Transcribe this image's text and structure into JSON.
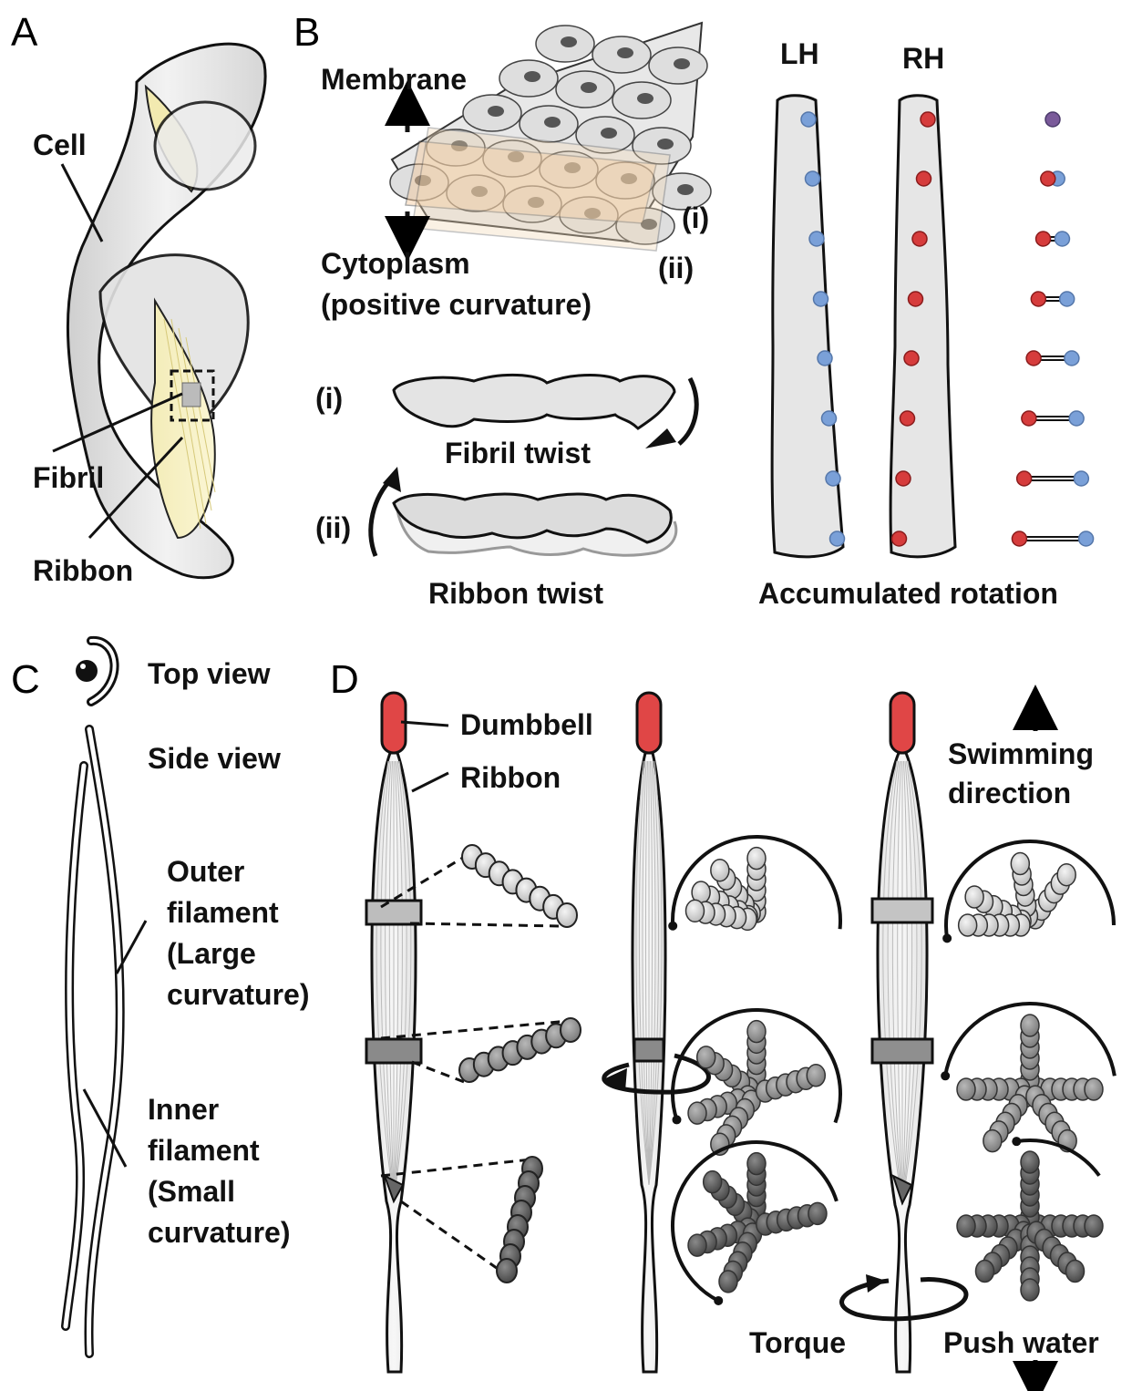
{
  "panels": {
    "a": "A",
    "b": "B",
    "c": "C",
    "d": "D"
  },
  "panel_a": {
    "cell": "Cell",
    "fibril": "Fibril",
    "ribbon": "Ribbon"
  },
  "panel_b": {
    "membrane": "Membrane",
    "cytoplasm": "Cytoplasm",
    "positive_curvature": "(positive curvature)",
    "plane_i": "(i)",
    "plane_ii": "(ii)",
    "row_i": "(i)",
    "row_ii": "(ii)",
    "fibril_twist": "Fibril twist",
    "ribbon_twist": "Ribbon twist",
    "lh": "LH",
    "rh": "RH",
    "accumulated_rotation": "Accumulated rotation",
    "colors": {
      "lh_marker": "#7aa0d8",
      "rh_marker": "#d63c3c",
      "overlap_marker": "#7a5a9a"
    }
  },
  "panel_c": {
    "top_view": "Top view",
    "side_view": "Side view",
    "outer_1": "Outer",
    "outer_2": "filament",
    "outer_3": "(Large",
    "outer_4": "curvature)",
    "inner_1": "Inner",
    "inner_2": "filament",
    "inner_3": "(Small",
    "inner_4": "curvature)"
  },
  "panel_d": {
    "dumbbell": "Dumbbell",
    "ribbon": "Ribbon",
    "swimming_1": "Swimming",
    "swimming_2": "direction",
    "torque": "Torque",
    "push_water": "Push water",
    "colors": {
      "dumbbell": "#e04646",
      "light_bead": "#d9d9d9",
      "mid_bead": "#9a9a9a",
      "dark_bead": "#666666"
    }
  }
}
